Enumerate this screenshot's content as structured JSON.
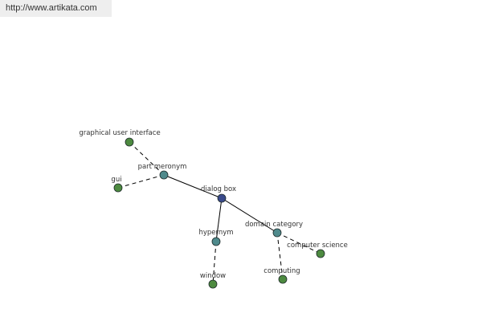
{
  "source": {
    "url": "http://www.artikata.com"
  },
  "graph": {
    "colors": {
      "center": "#3a4a8c",
      "relation": "#4f8a8c",
      "leaf": "#4d8a40",
      "edge": "#000000",
      "node_stroke": "#1e2a2a"
    },
    "nodes": [
      {
        "id": "dialog-box",
        "label": "dialog box",
        "kind": "center"
      },
      {
        "id": "part-meronym",
        "label": "part meronym",
        "kind": "relation"
      },
      {
        "id": "hypernym",
        "label": "hypernym",
        "kind": "relation"
      },
      {
        "id": "domain-category",
        "label": "domain category",
        "kind": "relation"
      },
      {
        "id": "graphical-user-interface",
        "label": "graphical user interface",
        "kind": "leaf"
      },
      {
        "id": "gui",
        "label": "gui",
        "kind": "leaf"
      },
      {
        "id": "window",
        "label": "window",
        "kind": "leaf"
      },
      {
        "id": "computing",
        "label": "computing",
        "kind": "leaf"
      },
      {
        "id": "computer-science",
        "label": "computer science",
        "kind": "leaf"
      }
    ],
    "edges": [
      {
        "from": "dialog-box",
        "to": "part-meronym",
        "style": "solid"
      },
      {
        "from": "dialog-box",
        "to": "hypernym",
        "style": "solid"
      },
      {
        "from": "dialog-box",
        "to": "domain-category",
        "style": "solid"
      },
      {
        "from": "part-meronym",
        "to": "graphical-user-interface",
        "style": "dashed"
      },
      {
        "from": "part-meronym",
        "to": "gui",
        "style": "dashed"
      },
      {
        "from": "hypernym",
        "to": "window",
        "style": "dashed"
      },
      {
        "from": "domain-category",
        "to": "computing",
        "style": "dashed"
      },
      {
        "from": "domain-category",
        "to": "computer-science",
        "style": "dashed"
      }
    ]
  }
}
